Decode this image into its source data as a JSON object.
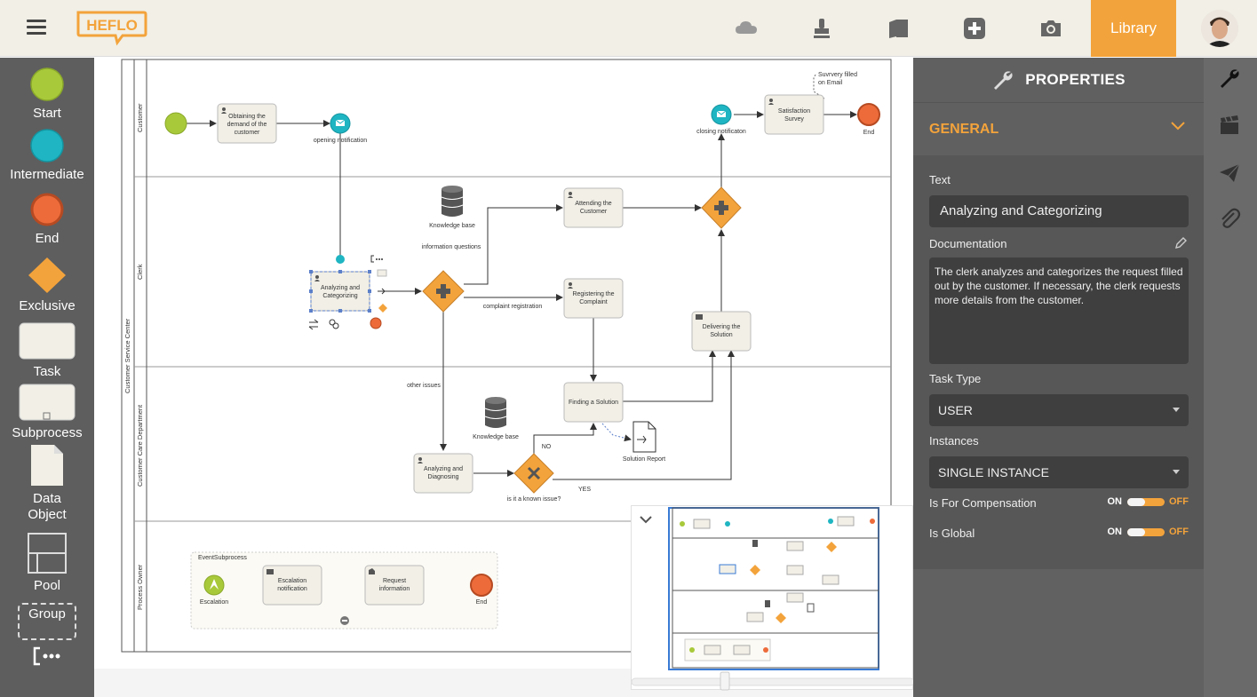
{
  "app": {
    "logo_text": "HEFLO",
    "library_label": "Library"
  },
  "colors": {
    "accent": "#f3a33b",
    "start": "#a8c93a",
    "intermediate": "#1fb5c2",
    "end": "#ed6b3a",
    "gateway": "#f3a33b",
    "task": "#f1efe6"
  },
  "toolbar": {
    "icons": [
      "cloud-icon",
      "stamp-icon",
      "folder-icon",
      "add-icon",
      "camera-icon"
    ]
  },
  "palette": {
    "start": "Start",
    "intermediate": "Intermediate",
    "end": "End",
    "exclusive": "Exclusive",
    "task": "Task",
    "subprocess": "Subprocess",
    "data_object_1": "Data",
    "data_object_2": "Object",
    "pool": "Pool",
    "group": "Group"
  },
  "diagram": {
    "pool_name": "Customer Service Center",
    "lanes": [
      "Customer",
      "Clerk",
      "Customer Care Department",
      "Process Owner"
    ],
    "t_obtaining_1": "Obtaining the",
    "t_obtaining_2": "demand of the",
    "t_obtaining_3": "customer",
    "opening_notification": "opening notification",
    "closing_notification": "closing notificaton",
    "t_satisfaction_1": "Satisfaction",
    "t_satisfaction_2": "Survey",
    "annotation_1": "Suvrvery filled",
    "annotation_2": "on Email",
    "end_label": "End",
    "knowledge_base": "Knowledge base",
    "information_questions": "information questions",
    "t_attending_1": "Attending the",
    "t_attending_2": "Customer",
    "t_analyzing_1": "Analyzing and",
    "t_analyzing_2": "Categorizing",
    "t_registering_1": "Registering the",
    "t_registering_2": "Complaint",
    "complaint_registration": "complaint registration",
    "t_delivering_1": "Delivering the",
    "t_delivering_2": "Solution",
    "other_issues": "other issues",
    "t_finding": "Finding a Solution",
    "t_diagnosing_1": "Analyzing and",
    "t_diagnosing_2": "Diagnosing",
    "solution_report": "Solution Report",
    "no_label": "NO",
    "yes_label": "YES",
    "known_issue": "is it a known issue?",
    "event_subprocess": "EventSubprocess",
    "escalation": "Escalation",
    "t_escalation_1": "Escalation",
    "t_escalation_2": "notification",
    "t_request_1": "Request",
    "t_request_2": "information"
  },
  "properties": {
    "title": "PROPERTIES",
    "section": "GENERAL",
    "text_label": "Text",
    "text_value": "Analyzing and Categorizing",
    "doc_label": "Documentation",
    "doc_value": "The clerk analyzes and categorizes the request filled out by the customer. If necessary, the clerk requests more details from the customer.",
    "task_type_label": "Task Type",
    "task_type_value": "USER",
    "instances_label": "Instances",
    "instances_value": "SINGLE INSTANCE",
    "compensation_label": "Is For Compensation",
    "global_label": "Is Global",
    "toggle_on": "ON",
    "toggle_off": "OFF"
  },
  "side_tools": [
    "wrench-icon",
    "clapperboard-icon",
    "send-icon",
    "paperclip-icon"
  ]
}
